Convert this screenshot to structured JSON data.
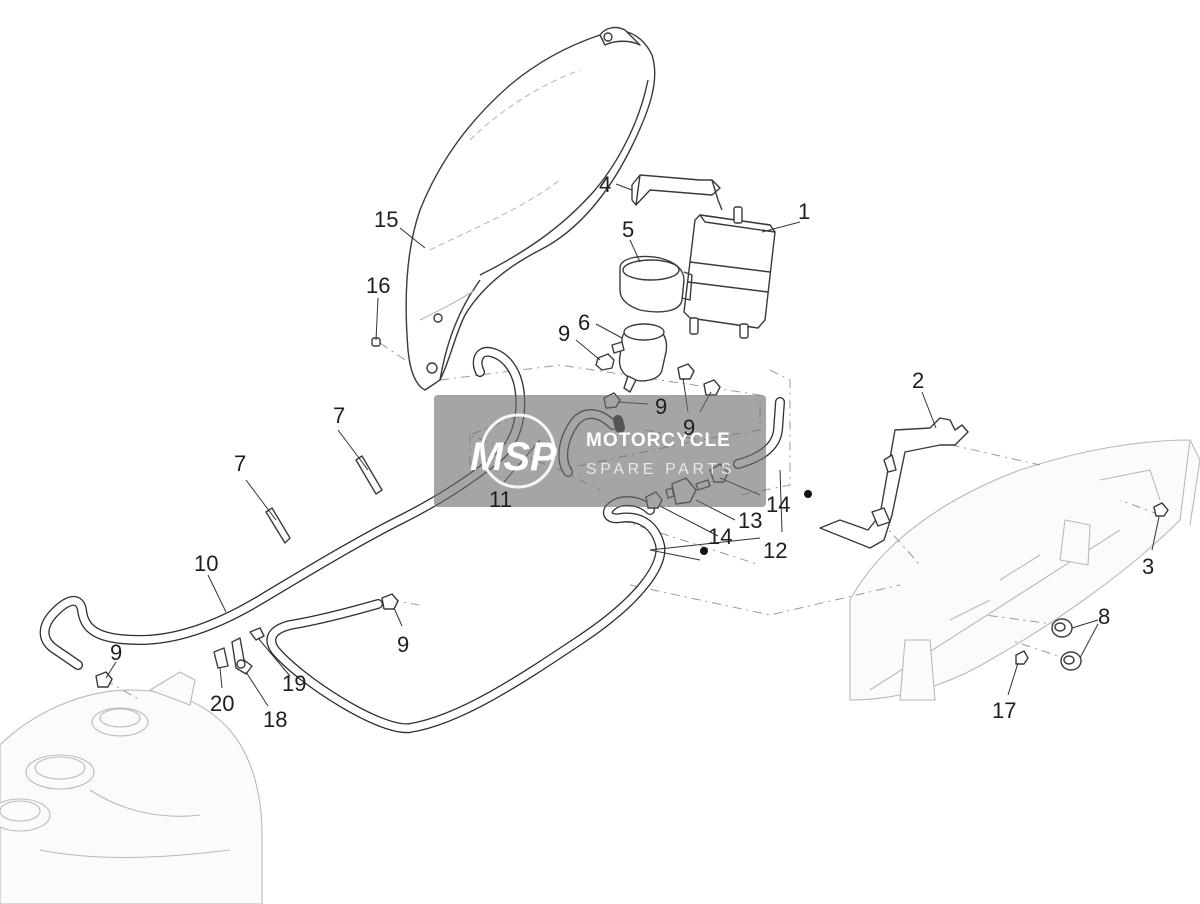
{
  "diagram": {
    "callouts": [
      {
        "id": "c1",
        "text": "1"
      },
      {
        "id": "c2",
        "text": "2"
      },
      {
        "id": "c3",
        "text": "3"
      },
      {
        "id": "c4",
        "text": "4"
      },
      {
        "id": "c5",
        "text": "5"
      },
      {
        "id": "c6",
        "text": "6"
      },
      {
        "id": "c7a",
        "text": "7"
      },
      {
        "id": "c7b",
        "text": "7"
      },
      {
        "id": "c8",
        "text": "8"
      },
      {
        "id": "c9a",
        "text": "9"
      },
      {
        "id": "c9b",
        "text": "9"
      },
      {
        "id": "c9c",
        "text": "9"
      },
      {
        "id": "c9d",
        "text": "9"
      },
      {
        "id": "c9e",
        "text": "9"
      },
      {
        "id": "c10",
        "text": "10"
      },
      {
        "id": "c11",
        "text": "11"
      },
      {
        "id": "c12",
        "text": "12"
      },
      {
        "id": "c13",
        "text": "13"
      },
      {
        "id": "c14a",
        "text": "14"
      },
      {
        "id": "c14b",
        "text": "14"
      },
      {
        "id": "c15",
        "text": "15"
      },
      {
        "id": "c16",
        "text": "16"
      },
      {
        "id": "c17",
        "text": "17"
      },
      {
        "id": "c18",
        "text": "18"
      },
      {
        "id": "c19",
        "text": "19"
      },
      {
        "id": "c20",
        "text": "20"
      }
    ]
  },
  "watermark": {
    "logo_text": "MSP",
    "line1": "MOTORCYCLE",
    "line2": "SPARE PARTS"
  },
  "colors": {
    "watermark_bg": "#6e6e6e",
    "watermark_logo": "#e8782a",
    "line": "#3a3a3a",
    "ghost": "#b9b9b9"
  }
}
